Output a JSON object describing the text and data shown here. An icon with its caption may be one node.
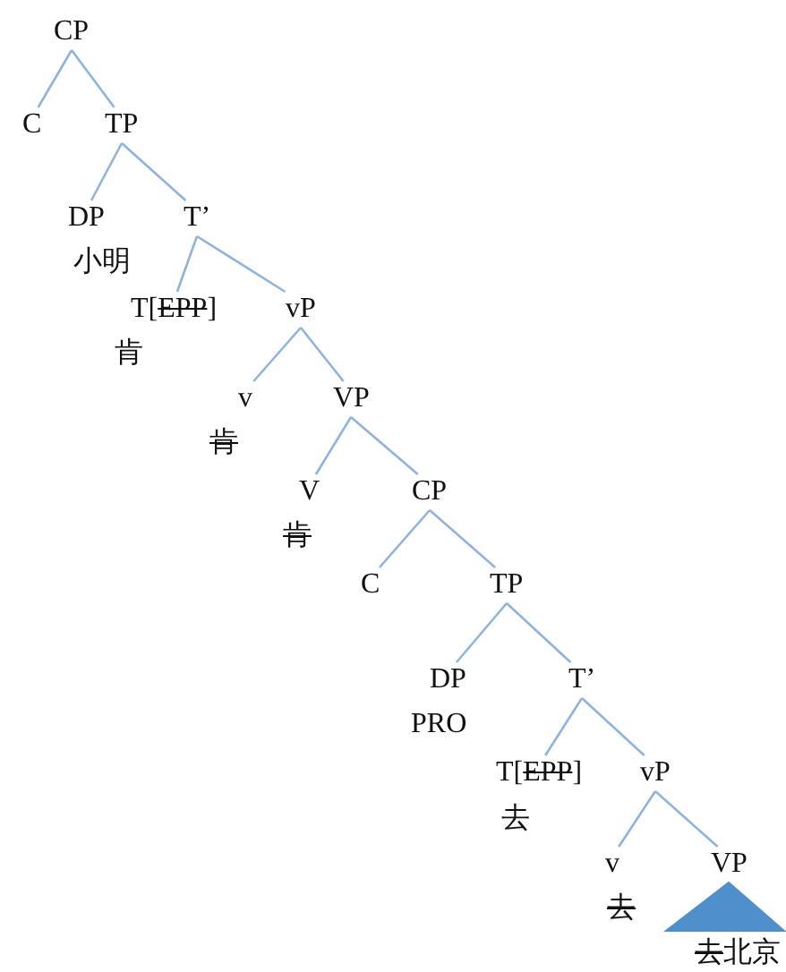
{
  "diagram": {
    "nodes": [
      {
        "text": [
          "CP"
        ]
      },
      {
        "text": [
          "C"
        ]
      },
      {
        "text": [
          "TP"
        ]
      },
      {
        "text": [
          "DP",
          "小明"
        ]
      },
      {
        "text": [
          "T’"
        ]
      },
      {
        "text": [
          "T[EPP]",
          "肯"
        ]
      },
      {
        "text": [
          "vP"
        ]
      },
      {
        "text": [
          "v",
          "肯"
        ]
      },
      {
        "text": [
          "VP"
        ]
      },
      {
        "text": [
          "V",
          "肯"
        ]
      },
      {
        "text": [
          "CP"
        ]
      },
      {
        "text": [
          "C"
        ]
      },
      {
        "text": [
          "TP"
        ]
      },
      {
        "text": [
          "DP",
          "PRO"
        ]
      },
      {
        "text": [
          "T’"
        ]
      },
      {
        "text": [
          "T[EPP]",
          "去"
        ]
      },
      {
        "text": [
          "vP"
        ]
      },
      {
        "text": [
          "v",
          "去"
        ]
      },
      {
        "text": [
          "VP"
        ]
      },
      {
        "text": [
          "去北京"
        ]
      }
    ],
    "edges": [
      {
        "from": 0,
        "to": 1,
        "arrow": "none"
      },
      {
        "from": 0,
        "to": 2,
        "arrow": "none"
      },
      {
        "from": 2,
        "to": 3,
        "arrow": "none"
      },
      {
        "from": 2,
        "to": 4,
        "arrow": "none"
      },
      {
        "from": 4,
        "to": 5,
        "arrow": "none"
      },
      {
        "from": 4,
        "to": 6,
        "arrow": "none"
      },
      {
        "from": 6,
        "to": 7,
        "arrow": "none"
      },
      {
        "from": 6,
        "to": 8,
        "arrow": "none"
      },
      {
        "from": 8,
        "to": 9,
        "arrow": "none"
      },
      {
        "from": 8,
        "to": 10,
        "arrow": "none"
      },
      {
        "from": 10,
        "to": 11,
        "arrow": "none"
      },
      {
        "from": 10,
        "to": 12,
        "arrow": "none"
      },
      {
        "from": 12,
        "to": 13,
        "arrow": "none"
      },
      {
        "from": 12,
        "to": 14,
        "arrow": "none"
      },
      {
        "from": 14,
        "to": 15,
        "arrow": "none"
      },
      {
        "from": 14,
        "to": 16,
        "arrow": "none"
      },
      {
        "from": 16,
        "to": 17,
        "arrow": "none"
      },
      {
        "from": 16,
        "to": 18,
        "arrow": "none"
      },
      {
        "from": 18,
        "to": 19,
        "arrow": "none",
        "style": "thick"
      }
    ]
  }
}
